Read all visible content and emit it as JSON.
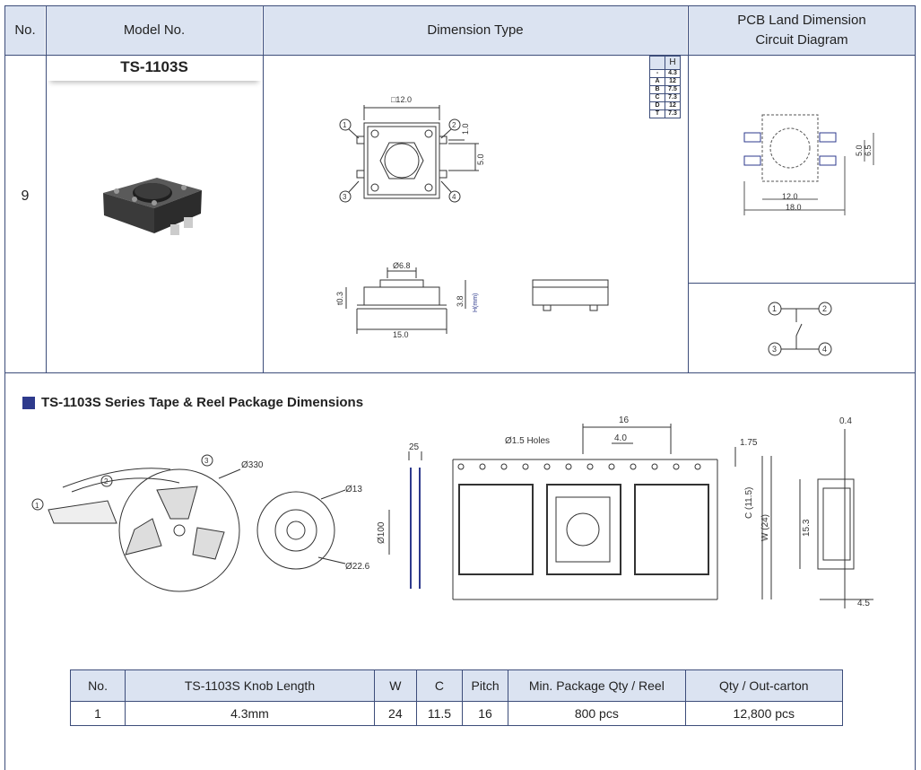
{
  "header": {
    "no": "No.",
    "model": "Model No.",
    "dimension": "Dimension Type",
    "pcb_line1": "PCB Land Dimension",
    "pcb_line2": "Circuit Diagram"
  },
  "row": {
    "no": "9",
    "model": "TS-1103S"
  },
  "h_table": {
    "header": "H",
    "rows": [
      {
        "k": "-",
        "v": "4.3"
      },
      {
        "k": "A",
        "v": "12"
      },
      {
        "k": "B",
        "v": "7.5"
      },
      {
        "k": "C",
        "v": "7.3"
      },
      {
        "k": "D",
        "v": "12"
      },
      {
        "k": "T",
        "v": "7.3"
      }
    ]
  },
  "dims": {
    "top_width": "□12.0",
    "d1": "1.0",
    "d2": "5.0",
    "dia68": "Ø6.8",
    "t03": "t0.3",
    "h38": "3.8",
    "hmm": "H(mm)",
    "w150": "15.0",
    "pcb50": "5.0",
    "pcb65": "6.5",
    "pcb120": "12.0",
    "pcb180": "18.0",
    "c1": "1",
    "c2": "2",
    "c3": "3",
    "c4": "4"
  },
  "section": {
    "title": "TS-1103S Series Tape & Reel Package Dimensions"
  },
  "reel": {
    "d330": "Ø330",
    "d13": "Ø13",
    "d226": "Ø22.6",
    "d100": "Ø100",
    "w25": "25",
    "holes": "Ø1.5 Holes",
    "p16": "16",
    "p40": "4.0",
    "e175": "1.75",
    "c115": "C (11.5)",
    "w24": "W (24)",
    "t04": "0.4",
    "h153": "15.3",
    "b45": "4.5"
  },
  "bottom_table": {
    "headers": [
      "No.",
      "TS-1103S Knob Length",
      "W",
      "C",
      "Pitch",
      "Min. Package Qty / Reel",
      "Qty / Out-carton"
    ],
    "rows": [
      [
        "1",
        "4.3mm",
        "24",
        "11.5",
        "16",
        "800 pcs",
        "12,800 pcs"
      ]
    ]
  },
  "colors": {
    "border": "#3d4d7a",
    "header_bg": "#dbe3f1",
    "accent": "#2e3a8c"
  }
}
